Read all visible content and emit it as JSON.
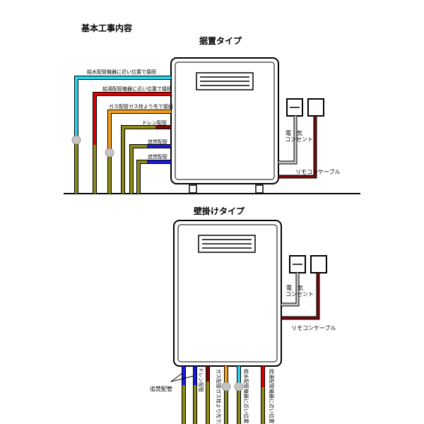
{
  "page_title": "基本工事内容",
  "top_section": {
    "title": "据置タイプ",
    "pipe_labels": {
      "water_supply": "給水配管機器に近い位置で接続",
      "hot_water": "給湯配管機器に近い位置で接続",
      "gas": "ガス配管ガス栓より先で接続",
      "drain": "ドレン配管",
      "reheat_1": "追焚配管",
      "reheat_2": "追焚配管"
    },
    "power_label_1": "電　気",
    "power_label_2": "コンセント",
    "remote_label": "リモコンケーブル"
  },
  "bottom_section": {
    "title": "壁掛けタイプ",
    "pipe_labels": {
      "reheat": "追焚配管",
      "drain": "ドレン配管",
      "gas": "ガス配管ガス栓より先で接続",
      "water_supply": "給水配管機器に近い位置で接続",
      "hot_water": "給湯配管機器に近い位置で接続"
    },
    "power_label_1": "電　気",
    "power_label_2": "コンセント",
    "remote_label": "リモコンケーブル"
  },
  "colors": {
    "cyan": "#22d4ec",
    "red": "#e00000",
    "orange": "#f5a020",
    "olive": "#8c8a18",
    "maroon": "#7a0a0a",
    "blue": "#1a1ad8",
    "gray": "#c4c4c4",
    "outline": "#000000",
    "white": "#ffffff"
  }
}
